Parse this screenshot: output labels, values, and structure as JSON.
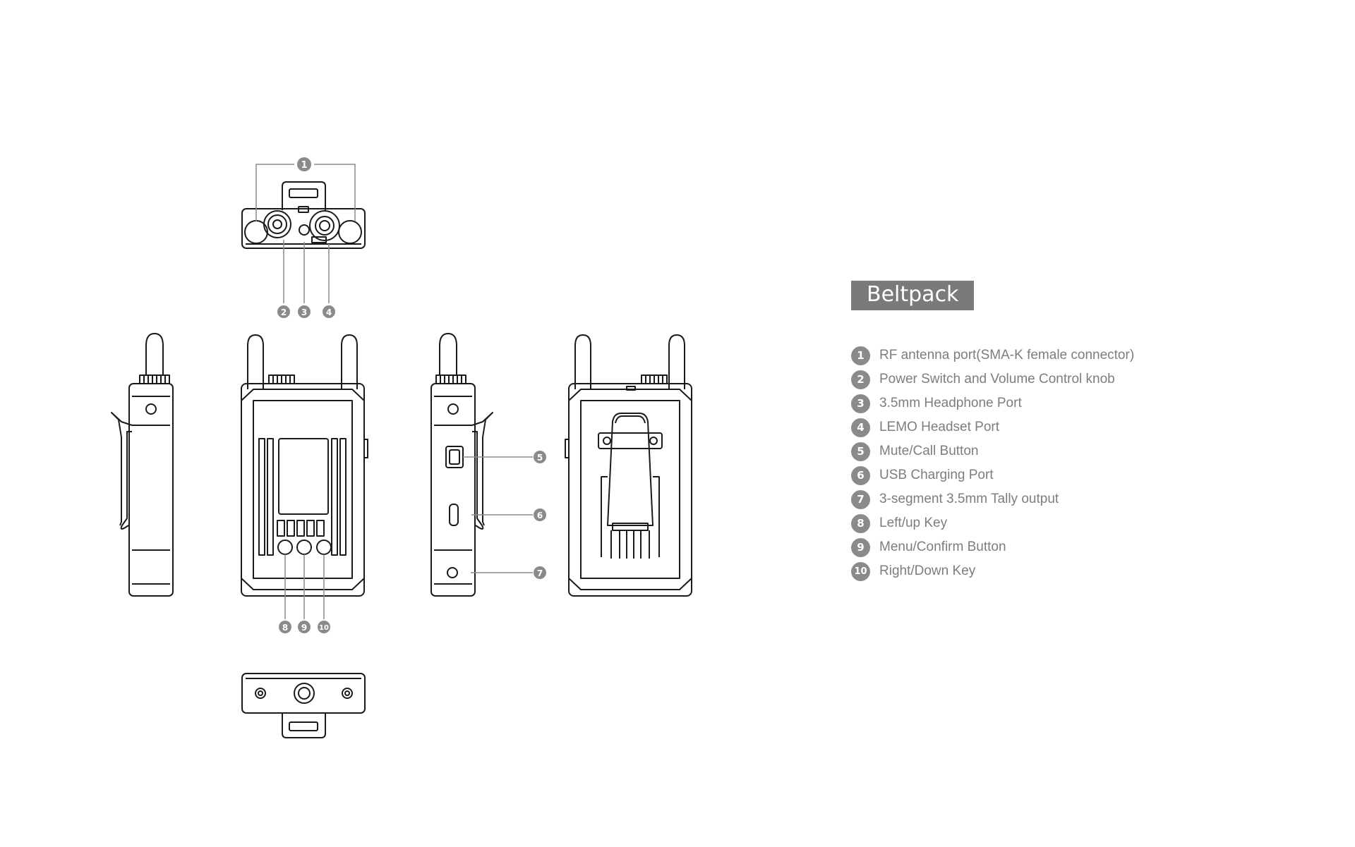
{
  "legend": {
    "title": "Beltpack",
    "items": [
      {
        "number": "1",
        "label": "RF antenna port(SMA-K female connector)"
      },
      {
        "number": "2",
        "label": "Power Switch and Volume Control knob"
      },
      {
        "number": "3",
        "label": "3.5mm Headphone Port"
      },
      {
        "number": "4",
        "label": "LEMO Headset Port"
      },
      {
        "number": "5",
        "label": "Mute/Call Button"
      },
      {
        "number": "6",
        "label": "USB Charging Port"
      },
      {
        "number": "7",
        "label": "3-segment 3.5mm Tally output"
      },
      {
        "number": "8",
        "label": "Left/up Key"
      },
      {
        "number": "9",
        "label": "Menu/Confirm Button"
      },
      {
        "number": "10",
        "label": "Right/Down Key"
      }
    ]
  },
  "callouts": {
    "c1": "1",
    "c2": "2",
    "c3": "3",
    "c4": "4",
    "c5": "5",
    "c6": "6",
    "c7": "7",
    "c8": "8",
    "c9": "9",
    "c10": "10"
  },
  "colors": {
    "outline": "#1a1a1a",
    "callout": "#8a8a8a",
    "title_bg": "#7a7a7a",
    "text": "#7d7d7d"
  }
}
